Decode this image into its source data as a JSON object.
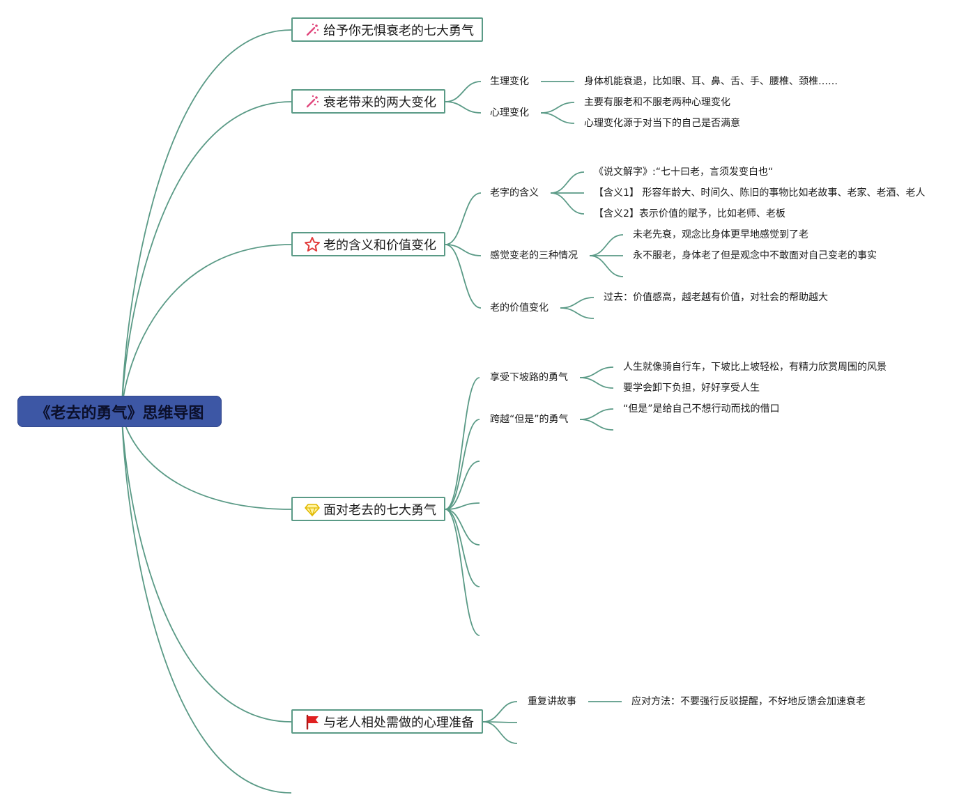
{
  "root": {
    "title": "《老去的勇气》思维导图"
  },
  "colors": {
    "line": "#5a9a86",
    "root_bg": "#3d57a5"
  },
  "branches": [
    {
      "label": "给予你无惧衰老的七大勇气",
      "icon": "magic-wand-icon",
      "children": []
    },
    {
      "label": "衰老带来的两大变化",
      "icon": "magic-wand-icon",
      "children": [
        {
          "label": "生理变化",
          "children": [
            {
              "label": "身体机能衰退，比如眼、耳、鼻、舌、手、腰椎、颈椎……"
            }
          ]
        },
        {
          "label": "心理变化",
          "children": [
            {
              "label": "主要有服老和不服老两种心理变化"
            },
            {
              "label": "心理变化源于对当下的自己是否满意"
            }
          ]
        }
      ]
    },
    {
      "label": "老的含义和价值变化",
      "icon": "star-icon",
      "children": [
        {
          "label": "老字的含义",
          "children": [
            {
              "label": "《说文解字》:“七十曰老，言须发变白也“"
            },
            {
              "label": "【含义1】 形容年龄大、时间久、陈旧的事物比如老故事、老家、老酒、老人"
            },
            {
              "label": "【含义2】表示价值的赋予，比如老师、老板"
            }
          ]
        },
        {
          "label": "感觉变老的三种情况",
          "children": [
            {
              "label": "未老先衰，观念比身体更早地感觉到了老"
            },
            {
              "label": "永不服老，身体老了但是观念中不敢面对自己变老的事实"
            },
            {
              "label": ""
            }
          ]
        },
        {
          "label": "老的价值变化",
          "children": [
            {
              "label": "过去：价值感高，越老越有价值，对社会的帮助越大"
            },
            {
              "label": ""
            }
          ]
        }
      ]
    },
    {
      "label": "面对老去的七大勇气",
      "icon": "diamond-icon",
      "children": [
        {
          "label": "享受下坡路的勇气",
          "children": [
            {
              "label": "人生就像骑自行车，下坡比上坡轻松，有精力欣赏周围的风景"
            },
            {
              "label": "要学会卸下负担，好好享受人生"
            }
          ]
        },
        {
          "label": "跨越“但是”的勇气",
          "children": [
            {
              "label": "“但是”是给自己不想行动而找的借口"
            },
            {
              "label": ""
            }
          ]
        },
        {
          "label": "",
          "children": []
        },
        {
          "label": "",
          "children": []
        },
        {
          "label": "",
          "children": []
        },
        {
          "label": "",
          "children": []
        },
        {
          "label": "",
          "children": []
        }
      ]
    },
    {
      "label": "与老人相处需做的心理准备",
      "icon": "red-flag-icon",
      "children": [
        {
          "label": "重复讲故事",
          "children": [
            {
              "label": "应对方法：不要强行反驳提醒，不好地反馈会加速衰老"
            }
          ]
        },
        {
          "label": "",
          "children": []
        },
        {
          "label": "",
          "children": []
        }
      ]
    },
    {
      "label": "",
      "icon": "",
      "children": []
    }
  ]
}
